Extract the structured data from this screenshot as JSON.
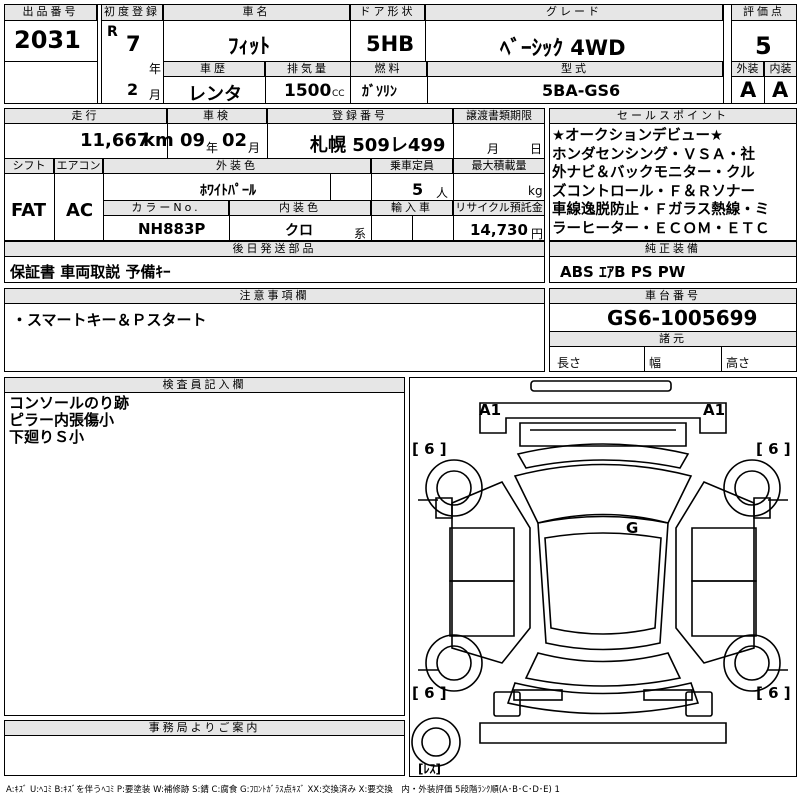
{
  "header": {
    "lot_no_label": "出品番号",
    "lot_no": "2031",
    "first_reg_label": "初度登録",
    "era": "R",
    "year": "7",
    "year_unit": "年",
    "month": "2",
    "month_unit": "月",
    "car_name_label": "車名",
    "car_name": "ﾌｨｯﾄ",
    "door_label": "ドア形状",
    "door": "5HB",
    "grade_label": "グレード",
    "grade": "ﾍﾞｰｼｯｸ 4WD",
    "score_label": "評価点",
    "score": "5",
    "history_label": "車歴",
    "history": "レンタ",
    "displacement_label": "排気量",
    "displacement": "1500",
    "cc": "CC",
    "fuel_label": "燃料",
    "fuel": "ｶﾞｿﾘﾝ",
    "model_label": "型式",
    "model": "5BA-GS6",
    "exterior_label": "外装",
    "exterior": "A",
    "interior_label": "内装",
    "interior": "A"
  },
  "row2": {
    "mileage_label": "走行",
    "mileage": "11,667",
    "km": "km",
    "inspection_label": "車検",
    "insp_year": "09",
    "insp_year_unit": "年",
    "insp_month": "02",
    "insp_month_unit": "月",
    "regno_label": "登録番号",
    "regno": "札幌 509レ499",
    "transfer_label": "譲渡書類期限",
    "transfer_month": "月",
    "transfer_day": "日",
    "shift_label": "シフト",
    "shift": "FAT",
    "ac_label": "エアコン",
    "ac": "AC",
    "color_label": "外装色",
    "color": "ﾎﾜｲﾄﾊﾟｰﾙ",
    "capacity_label": "乗車定員",
    "capacity": "5",
    "capacity_unit": "人",
    "loadcap_label": "最大積載量",
    "loadcap_unit": "kg",
    "colorno_label": "カラーNo.",
    "colorno": "NH883P",
    "intcolor_label": "内装色",
    "intcolor": "クロ",
    "intcolor_unit": "系",
    "import_label": "輸入車",
    "recycle_label": "リサイクル預託金",
    "recycle": "14,730",
    "recycle_unit": "円"
  },
  "sales_points": {
    "label": "セールスポイント",
    "lines": [
      "★オークションデビュー★",
      "ホンダセンシング・ＶＳＡ・社",
      "外ナビ＆バックモニター・クル",
      "ズコントロール・Ｆ＆Ｒソナー",
      "車線逸脱防止・Ｆガラス熱線・ミ",
      "ラーヒーター・ＥＣＯＭ・ＥＴＣ"
    ]
  },
  "equipment": {
    "label": "純正装備",
    "value": "ABS ｴｱB PS PW"
  },
  "parts": {
    "label": "後日発送部品",
    "value": "保証書 車両取説 予備ｷｰ"
  },
  "notes": {
    "label": "注意事項欄",
    "value": "・スマートキー＆Ｐスタート"
  },
  "chassis": {
    "label": "車台番号",
    "value": "GS6-1005699"
  },
  "dims": {
    "label": "諸元",
    "length": "長さ",
    "width": "幅",
    "height": "高さ"
  },
  "inspector": {
    "label": "検査員記入欄",
    "lines": [
      "コンソールのり跡",
      "ピラー内張傷小",
      "下廻りＳ小"
    ]
  },
  "diagram": {
    "marks": {
      "a1_left": "A1",
      "a1_right": "A1",
      "g": "G"
    },
    "tire_left_top": "[ 6 ]",
    "tire_right_top": "[ 6 ]",
    "tire_left_bottom": "[ 6 ]",
    "tire_right_bottom": "[ 6 ]",
    "spare": "[ﾚｽ]"
  },
  "office": {
    "label": "事務局よりご案内"
  },
  "legend": "A:ｷｽﾞ U:ﾍｺﾐ B:ｷｽﾞを伴うﾍｺﾐ P:要塗装 W:補修跡 S:錆 C:腐食 G:ﾌﾛﾝﾄｶﾞﾗｽ点ｷｽﾞ XX:交換済み X:要交換　内・外装評価 5段階ﾗﾝｸ順(A･B･C･D･E) 1"
}
